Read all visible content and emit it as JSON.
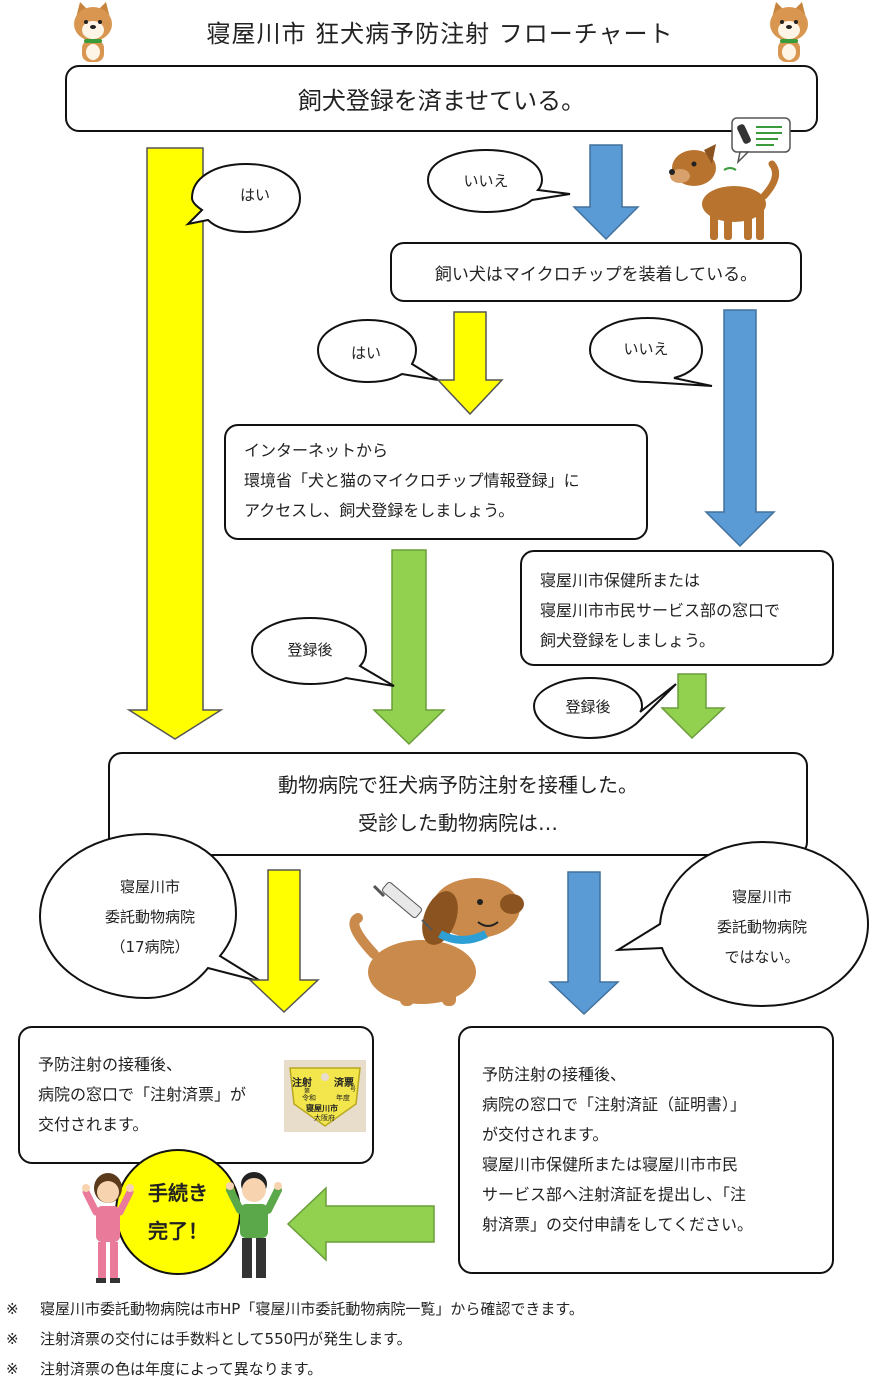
{
  "title": "寝屋川市 狂犬病予防注射 フローチャート",
  "q1": "飼犬登録を済ませている。",
  "q2": "飼い犬はマイクロチップを装着している。",
  "yes": "はい",
  "no": "いいえ",
  "internet_box": [
    "インターネットから",
    "環境省「犬と猫のマイクロチップ情報登録」に",
    "アクセスし、飼犬登録をしましょう。"
  ],
  "office_box": [
    "寝屋川市保健所または",
    "寝屋川市市民サービス部の窓口で",
    "飼犬登録をしましょう。"
  ],
  "after_reg": "登録後",
  "vaccine_box": [
    "動物病院で狂犬病予防注射を接種した。",
    "受診した動物病院は…"
  ],
  "bubble_entrusted": [
    "寝屋川市",
    "委託動物病院",
    "（17病院）"
  ],
  "bubble_not_entrusted": [
    "寝屋川市",
    "委託動物病院",
    "ではない。"
  ],
  "left_result": [
    "予防注射の接種後、",
    "病院の窓口で「注射済票」が",
    "交付されます。"
  ],
  "right_result": [
    "予防注射の接種後、",
    "病院の窓口で「注射済証（証明書）」",
    "が交付されます。",
    "寝屋川市保健所または寝屋川市市民",
    "サービス部へ注射済証を提出し、「注",
    "射済票」の交付申請をしてください。"
  ],
  "complete": [
    "手続き",
    "完了！"
  ],
  "tag_text": [
    "注射",
    "第",
    "号",
    "済票",
    "令和",
    "年度",
    "寝屋川市",
    "大阪府"
  ],
  "notes": [
    {
      "mark": "※",
      "text": "寝屋川市委託動物病院は市HP「寝屋川市委託動物病院一覧」から確認できます。"
    },
    {
      "mark": "※",
      "text": "注射済票の交付には手数料として550円が発生します。"
    },
    {
      "mark": "※",
      "text": "注射済票の色は年度によって異なります。"
    }
  ],
  "colors": {
    "yellow": "#ffff00",
    "blue": "#5b9bd5",
    "green": "#92d050",
    "stroke": "#111111"
  }
}
